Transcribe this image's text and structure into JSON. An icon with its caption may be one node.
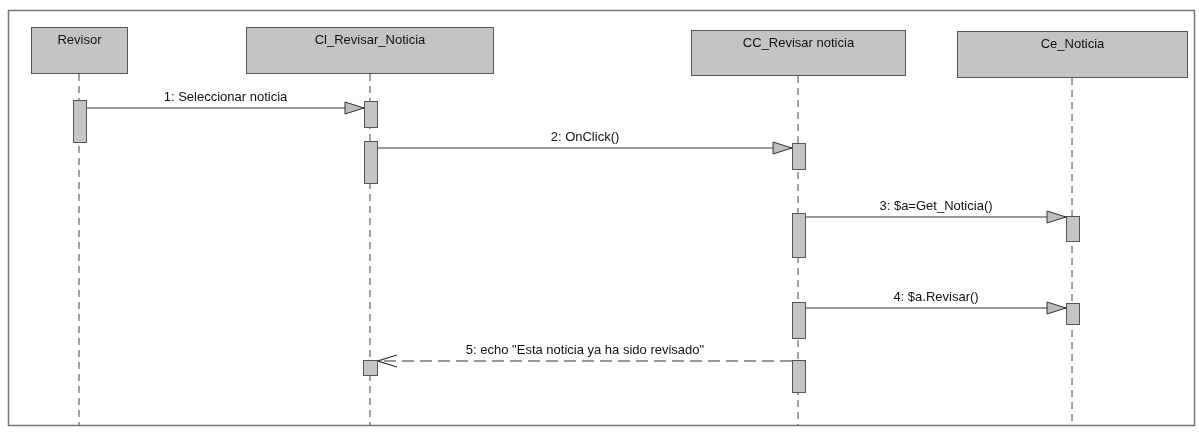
{
  "diagram": {
    "nodes": [
      {
        "text": [
          "Revisor"
        ]
      },
      {
        "text": [
          "Cl_Revisar_Noticia"
        ]
      },
      {
        "text": [
          "CC_Revisar noticia"
        ]
      },
      {
        "text": [
          "Ce_Noticia"
        ]
      },
      {
        "text": [],
        "shape": "bar"
      },
      {
        "text": [],
        "shape": "bar"
      },
      {
        "text": [],
        "shape": "bar"
      },
      {
        "text": [],
        "shape": "bar"
      },
      {
        "text": [],
        "shape": "bar"
      },
      {
        "text": [],
        "shape": "bar"
      },
      {
        "text": [],
        "shape": "bar"
      },
      {
        "text": [],
        "shape": "bar"
      },
      {
        "text": [],
        "shape": "bar"
      },
      {
        "text": [],
        "shape": "bar"
      }
    ],
    "edges": [
      {
        "from": 4,
        "to": 5,
        "arrow": "to",
        "label": "1: Seleccionar noticia"
      },
      {
        "from": 6,
        "to": 7,
        "arrow": "to",
        "label": "2: OnClick()"
      },
      {
        "from": 8,
        "to": 9,
        "arrow": "to",
        "label": "3: $a=Get_Noticia()"
      },
      {
        "from": 10,
        "to": 11,
        "arrow": "to",
        "label": "4: $a.Revisar()"
      },
      {
        "from": 13,
        "to": 12,
        "arrow": "to",
        "label": "5: echo \"Esta noticia ya ha sido revisado\"",
        "style": "dashed"
      }
    ]
  }
}
